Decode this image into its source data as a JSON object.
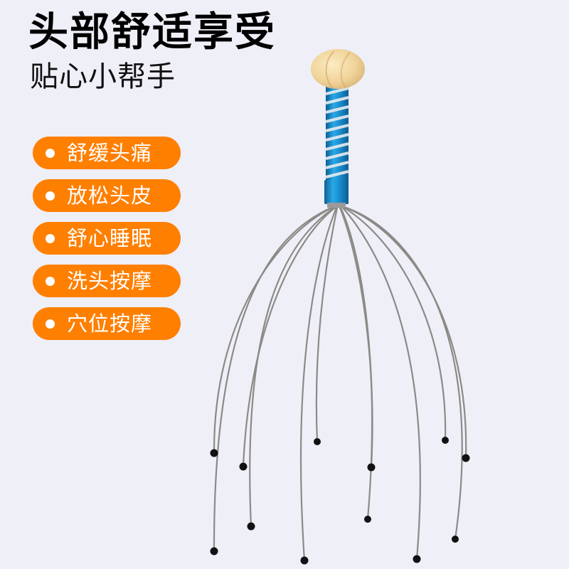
{
  "header": {
    "title": "头部舒适享受",
    "subtitle": "贴心小帮手"
  },
  "features": [
    {
      "label": "舒缓头痛"
    },
    {
      "label": "放松头皮"
    },
    {
      "label": "舒心睡眠"
    },
    {
      "label": "洗头按摩"
    },
    {
      "label": "穴位按摩"
    }
  ],
  "product": {
    "name": "head-massager",
    "colors": {
      "background": "#EFEFF8",
      "pill": "#FF7F00",
      "handle_blue": "#1A8FD0",
      "knob_wood": "#F1D9A4",
      "wire": "#8C8A86",
      "tip": "#111111"
    }
  }
}
